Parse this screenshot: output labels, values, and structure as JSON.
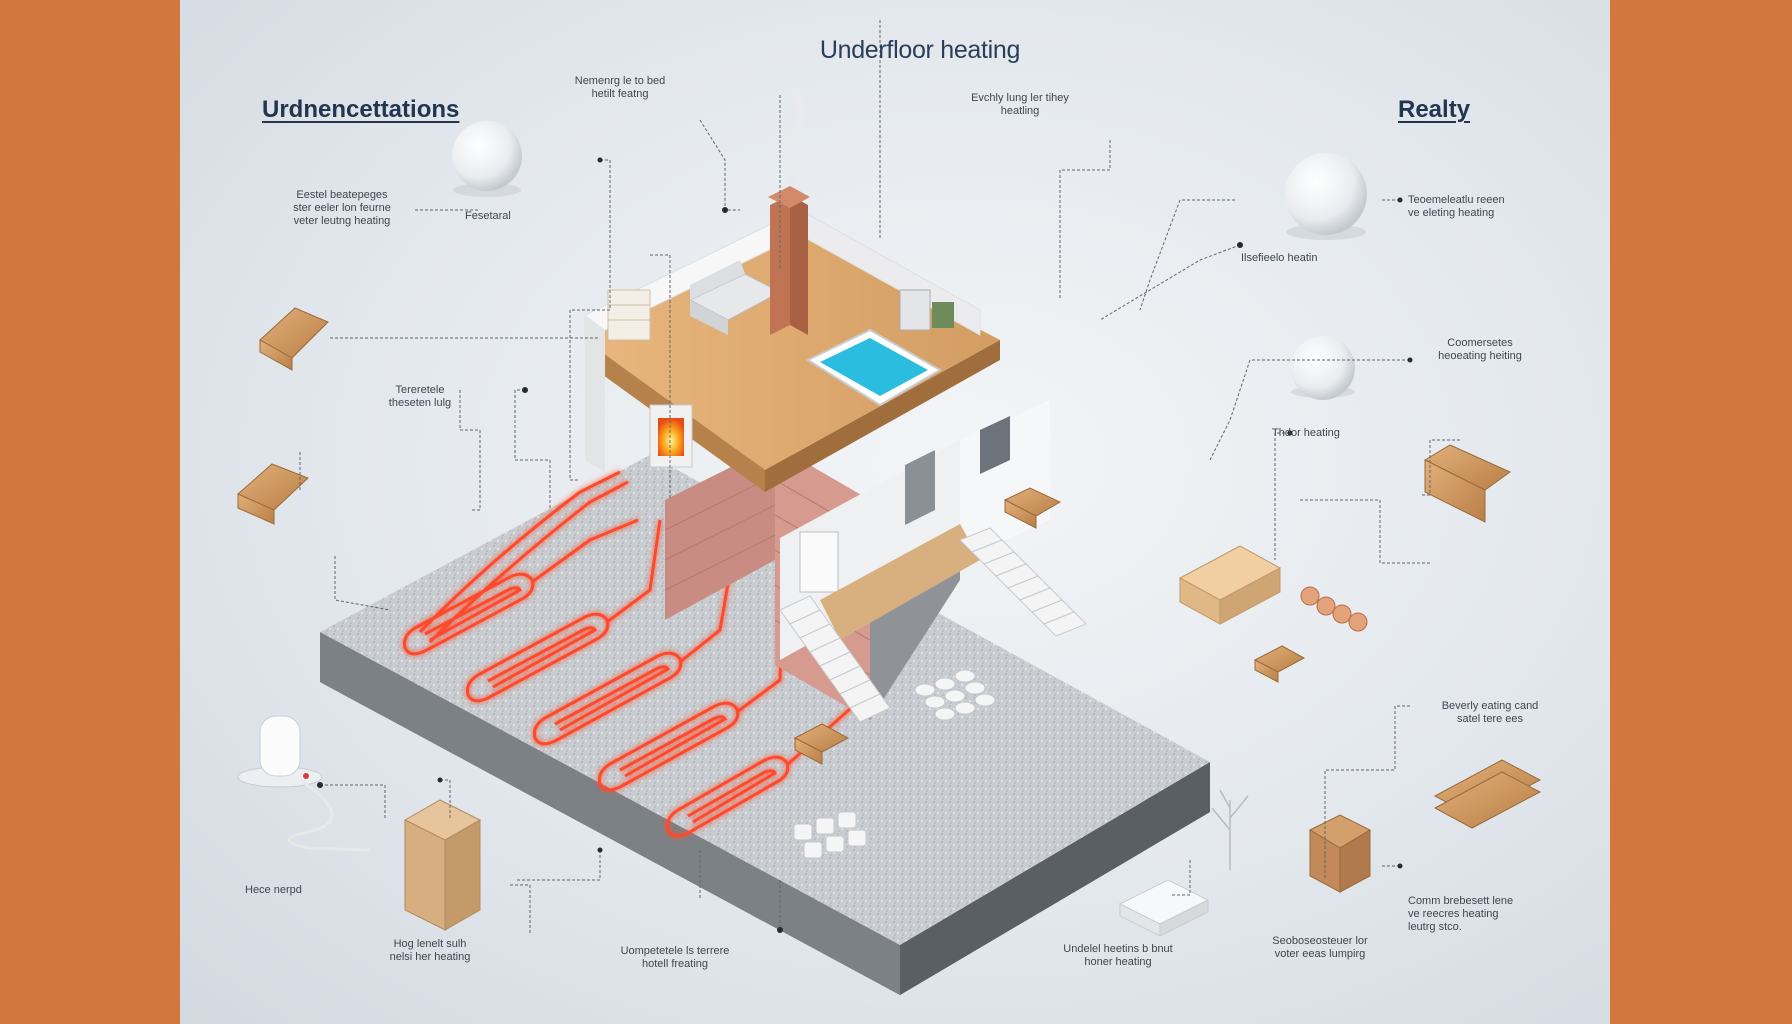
{
  "title": "Underfloor heating",
  "left_heading": "Urdnencettations",
  "right_heading": "Realty",
  "callouts": [
    {
      "id": "top-center-left",
      "text": "Nemenrg le to bed\nhetilt featng"
    },
    {
      "id": "top-center-right",
      "text": "Evchly lung ler tihey\nheatling"
    },
    {
      "id": "left-upper",
      "text": "Eestel beatepeges\nster eeler lon feurne\nveter leutng heating"
    },
    {
      "id": "left-upper-small",
      "text": "Fesetaral"
    },
    {
      "id": "left-middle",
      "text": "Tereretele\ntheseten lulg"
    },
    {
      "id": "right-upper",
      "text": "Teoemeleatlu reeen\nve eleting heating"
    },
    {
      "id": "right-upper-small",
      "text": "Ilsefieelo heatin"
    },
    {
      "id": "right-middle",
      "text": "Coomersetes\nheoeating heiting"
    },
    {
      "id": "right-floor",
      "text": "Thdor heating"
    },
    {
      "id": "right-lower",
      "text": "Beverly eating cand\nsatel tere ees"
    },
    {
      "id": "right-bottom",
      "text": "Comm brebesett lene\nve reecres heating\nleutrg stco."
    },
    {
      "id": "left-bottom-small",
      "text": "Hece nerpd"
    },
    {
      "id": "left-bottom",
      "text": "Hog lenelt sulh\nnelsi her heating"
    },
    {
      "id": "bottom-center-left",
      "text": "Uompetetele ls terrere\nhotell freating"
    },
    {
      "id": "bottom-center-right",
      "text": "Undelel heetins b bnut\nhoner heating"
    },
    {
      "id": "bottom-right",
      "text": "Seoboseosteuer lor\nvoter eeas lumpirg"
    }
  ],
  "colors": {
    "accent": "#d2783f",
    "heading": "#22364f",
    "heating_pipe": "#ff4a2a",
    "pool": "#2bbde0",
    "wood": "#c8955e"
  }
}
